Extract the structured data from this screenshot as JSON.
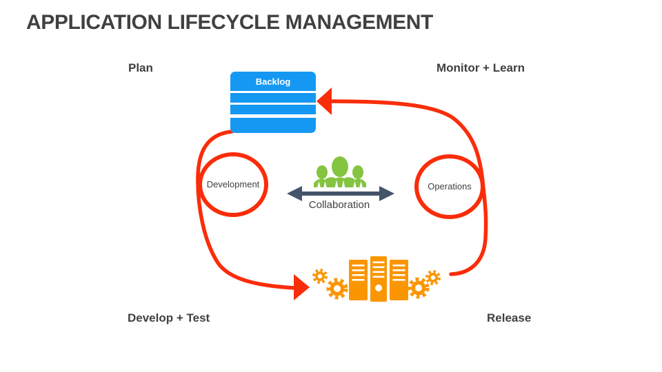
{
  "title": "APPLICATION LIFECYCLE MANAGEMENT",
  "labels": {
    "plan": "Plan",
    "monitor_learn": "Monitor + Learn",
    "develop_test": "Develop + Test",
    "release": "Release"
  },
  "diagram": {
    "backlog": {
      "label": "Backlog",
      "row_count": 3
    },
    "development": {
      "label": "Development"
    },
    "operations": {
      "label": "Operations"
    },
    "collaboration": {
      "label": "Collaboration"
    }
  },
  "colors": {
    "text": "#404040",
    "red": "#FA2D0A",
    "blue": "#1598F2",
    "orange": "#FB9603",
    "green": "#85C441",
    "slate": "#44546A",
    "background": "#FFFFFF"
  }
}
